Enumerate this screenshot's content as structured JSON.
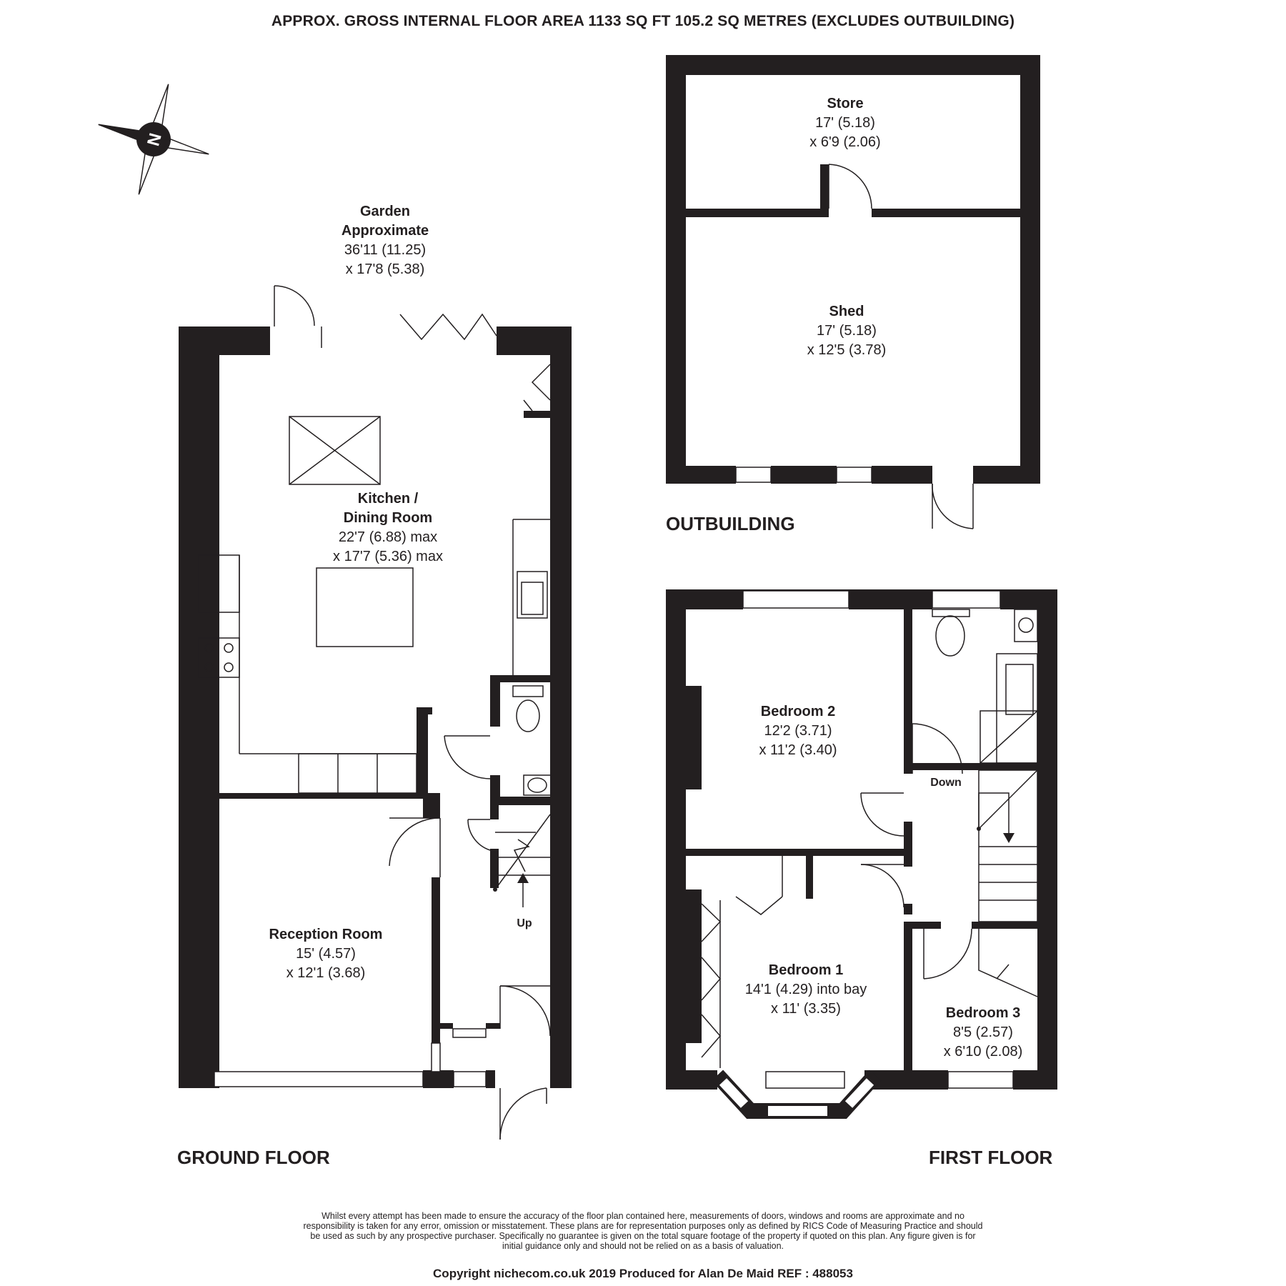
{
  "header": {
    "title": "APPROX. GROSS INTERNAL FLOOR AREA 1133 SQ FT 105.2 SQ METRES (EXCLUDES OUTBUILDING)"
  },
  "compass": {
    "icon": "compass-north-icon",
    "letter": "N"
  },
  "floors": {
    "ground": "GROUND FLOOR",
    "first": "FIRST FLOOR",
    "outbuilding": "OUTBUILDING"
  },
  "rooms": {
    "garden": {
      "name": "Garden",
      "name2": "Approximate",
      "dim1": "36'11 (11.25)",
      "dim2": "x 17'8 (5.38)"
    },
    "kitchen": {
      "name": "Kitchen /",
      "name2": "Dining Room",
      "dim1": "22'7 (6.88) max",
      "dim2": "x 17'7 (5.36) max"
    },
    "reception": {
      "name": "Reception Room",
      "dim1": "15' (4.57)",
      "dim2": "x 12'1 (3.68)"
    },
    "store": {
      "name": "Store",
      "dim1": "17' (5.18)",
      "dim2": "x 6'9 (2.06)"
    },
    "shed": {
      "name": "Shed",
      "dim1": "17' (5.18)",
      "dim2": "x 12'5 (3.78)"
    },
    "bedroom2": {
      "name": "Bedroom 2",
      "dim1": "12'2 (3.71)",
      "dim2": "x 11'2 (3.40)"
    },
    "bedroom1": {
      "name": "Bedroom 1",
      "dim1": "14'1 (4.29) into bay",
      "dim2": "x 11' (3.35)"
    },
    "bedroom3": {
      "name": "Bedroom 3",
      "dim1": "8'5 (2.57)",
      "dim2": "x 6'10 (2.08)"
    }
  },
  "stairs": {
    "up": "Up",
    "down": "Down"
  },
  "disclaimer": "Whilst every attempt has been made to ensure the accuracy of the floor plan contained here, measurements of doors, windows and rooms are approximate and no responsibility is taken for any error, omission or misstatement. These plans are for representation purposes only as defined by RICS Code of Measuring Practice and should be used as such by any prospective purchaser. Specifically no guarantee is given on the total square footage of the property if quoted on this plan. Any figure given is for initial guidance only and should not be relied on as a basis of valuation.",
  "copyright": "Copyright nichecom.co.uk 2019    Produced for Alan De Maid    REF : 488053",
  "colors": {
    "wall": "#231f20",
    "background": "#ffffff"
  }
}
